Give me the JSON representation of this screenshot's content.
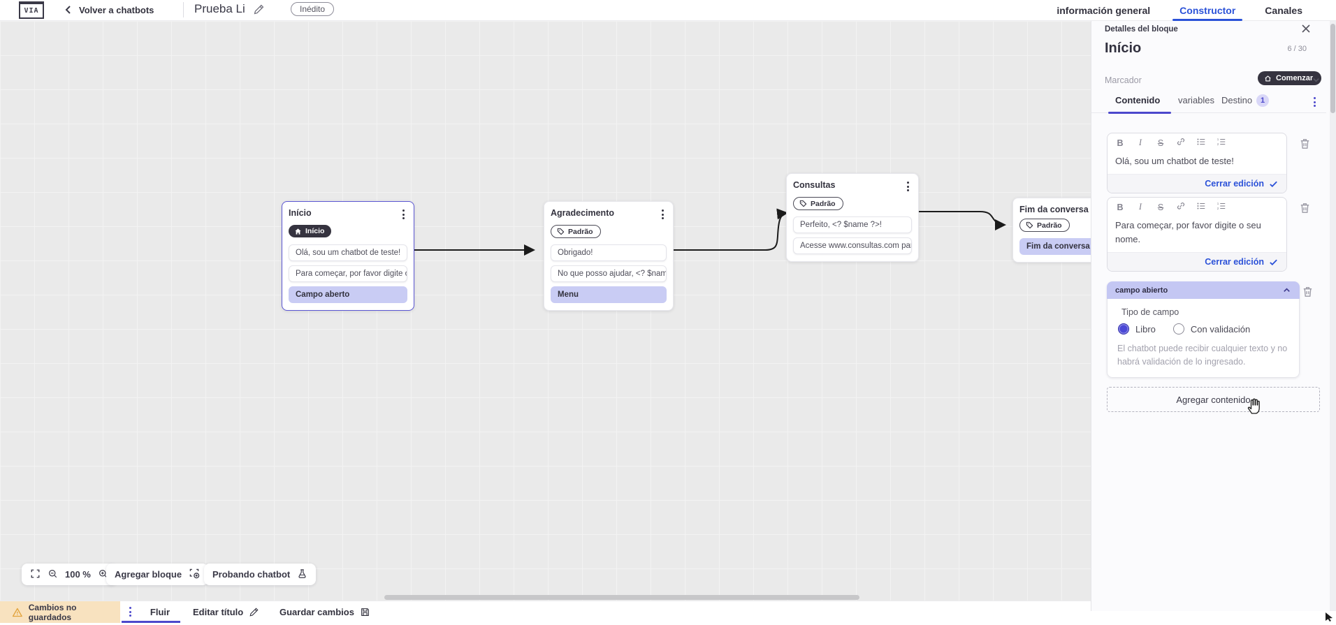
{
  "topbar": {
    "logo_text": "VIA",
    "back_label": "Volver a chatbots",
    "title": "Prueba Li",
    "status_badge": "Inédito",
    "tabs": [
      {
        "label": "información general"
      },
      {
        "label": "Constructor"
      },
      {
        "label": "Canales"
      }
    ]
  },
  "canvas": {
    "zoom_level": "100 %",
    "toolbar": {
      "add_block_label": "Agregar bloque",
      "test_label": "Probando chatbot"
    },
    "blocks": [
      {
        "title": "Início",
        "badge": "Início",
        "items": [
          "Olá, sou um chatbot de teste!",
          "Para começar, por favor digite o ...",
          "Campo aberto"
        ]
      },
      {
        "title": "Agradecimento",
        "badge": "Padrão",
        "items": [
          "Obrigado!",
          "No que posso ajudar, <? $name ...",
          "Menu"
        ]
      },
      {
        "title": "Consultas",
        "badge": "Padrão",
        "items": [
          "Perfeito, <? $name ?>!",
          "Acesse www.consultas.com par..."
        ]
      },
      {
        "title": "Fim da conversa",
        "badge": "Padrão",
        "items": [
          "Fim da conversa"
        ]
      }
    ]
  },
  "panel": {
    "header": "Detalles del bloque",
    "block_name": "Início",
    "counter": "6 / 30",
    "marker_label": "Marcador",
    "marker_value": "Comenzar",
    "tabs": [
      {
        "label": "Contenido"
      },
      {
        "label": "variables"
      },
      {
        "label": "Destino",
        "badge": "1"
      }
    ],
    "toolbar_glyphs": {
      "bold": "B",
      "italic": "I",
      "strike": "S"
    },
    "editors": [
      {
        "text": "Olá, sou um chatbot de teste!",
        "close_label": "Cerrar edición"
      },
      {
        "text": "Para começar, por favor digite o seu nome.",
        "close_label": "Cerrar edición"
      }
    ],
    "open_field": {
      "header": "campo abierto",
      "type_label": "Tipo de campo",
      "options": [
        {
          "label": "Libro",
          "selected": true
        },
        {
          "label": "Con validación",
          "selected": false
        }
      ],
      "helper": "El chatbot puede recibir cualquier texto y no habrá validación de lo ingresado."
    },
    "add_content_label": "Agregar contenido"
  },
  "bottombar": {
    "unsaved_label": "Cambios no guardados",
    "flow_tab": "Fluir",
    "edit_title_label": "Editar título",
    "save_label": "Guardar cambios"
  },
  "colors": {
    "accent_indigo": "#4c48cc",
    "link_blue": "#2b52d8",
    "dark_pill": "#35333f",
    "lavender": "#c9ccf4",
    "warning_bg": "#f8e2bf",
    "canvas_bg": "#eaeaea"
  }
}
